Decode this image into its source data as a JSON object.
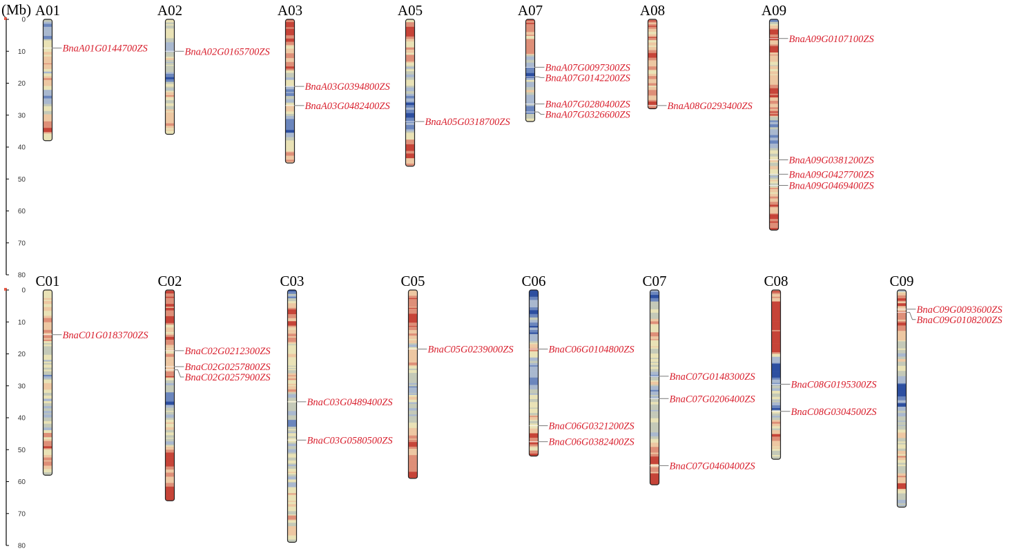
{
  "figure": {
    "unit_label": "(Mb)",
    "axis_ticks": [
      "0",
      "10",
      "20",
      "30",
      "40",
      "50",
      "60",
      "70",
      "80"
    ],
    "colors": {
      "gene_text": "#d81e2c",
      "leader_line": "#777777",
      "axis": "#000000"
    },
    "density_palette": [
      "#2d4fa0",
      "#6b86bd",
      "#a9b8cf",
      "#c4c9b8",
      "#e9e2b6",
      "#edc7a2",
      "#de8f78",
      "#c64438"
    ]
  },
  "rows": [
    {
      "chromosomes": [
        {
          "name": "A01",
          "length": 38,
          "genes": [
            {
              "id": "BnaA01G0144700ZS",
              "pos": 9
            }
          ]
        },
        {
          "name": "A02",
          "length": 36,
          "genes": [
            {
              "id": "BnaA02G0165700ZS",
              "pos": 10
            }
          ]
        },
        {
          "name": "A03",
          "length": 45,
          "genes": [
            {
              "id": "BnaA03G0394800ZS",
              "pos": 21
            },
            {
              "id": "BnaA03G0482400ZS",
              "pos": 27
            }
          ]
        },
        {
          "name": "A05",
          "length": 46,
          "genes": [
            {
              "id": "BnaA05G0318700ZS",
              "pos": 32
            }
          ]
        },
        {
          "name": "A07",
          "length": 32,
          "genes": [
            {
              "id": "BnaA07G0097300ZS",
              "pos": 15
            },
            {
              "id": "BnaA07G0142200ZS",
              "pos": 18
            },
            {
              "id": "BnaA07G0280400ZS",
              "pos": 26.5
            },
            {
              "id": "BnaA07G0326600ZS",
              "pos": 29
            }
          ]
        },
        {
          "name": "A08",
          "length": 28,
          "genes": [
            {
              "id": "BnaA08G0293400ZS",
              "pos": 27
            }
          ]
        },
        {
          "name": "A09",
          "length": 66,
          "genes": [
            {
              "id": "BnaA09G0107100ZS",
              "pos": 6
            },
            {
              "id": "BnaA09G0381200ZS",
              "pos": 44
            },
            {
              "id": "BnaA09G0427700ZS",
              "pos": 48.5
            },
            {
              "id": "BnaA09G0469400ZS",
              "pos": 52
            }
          ]
        }
      ]
    },
    {
      "chromosomes": [
        {
          "name": "C01",
          "length": 58,
          "genes": [
            {
              "id": "BnaC01G0183700ZS",
              "pos": 14
            }
          ]
        },
        {
          "name": "C02",
          "length": 66,
          "genes": [
            {
              "id": "BnaC02G0212300ZS",
              "pos": 19
            },
            {
              "id": "BnaC02G0257800ZS",
              "pos": 24
            },
            {
              "id": "BnaC02G0257900ZS",
              "pos": 25
            }
          ]
        },
        {
          "name": "C03",
          "length": 79,
          "genes": [
            {
              "id": "BnaC03G0489400ZS",
              "pos": 35
            },
            {
              "id": "BnaC03G0580500ZS",
              "pos": 47
            }
          ]
        },
        {
          "name": "C05",
          "length": 59,
          "genes": [
            {
              "id": "BnaC05G0239000ZS",
              "pos": 18.5
            }
          ]
        },
        {
          "name": "C06",
          "length": 52,
          "genes": [
            {
              "id": "BnaC06G0104800ZS",
              "pos": 18.5
            },
            {
              "id": "BnaC06G0321200ZS",
              "pos": 42.5
            },
            {
              "id": "BnaC06G0382400ZS",
              "pos": 47.5
            }
          ]
        },
        {
          "name": "C07",
          "length": 61,
          "genes": [
            {
              "id": "BnaC07G0148300ZS",
              "pos": 27
            },
            {
              "id": "BnaC07G0206400ZS",
              "pos": 34
            },
            {
              "id": "BnaC07G0460400ZS",
              "pos": 55
            }
          ]
        },
        {
          "name": "C08",
          "length": 53,
          "genes": [
            {
              "id": "BnaC08G0195300ZS",
              "pos": 29.5
            },
            {
              "id": "BnaC08G0304500ZS",
              "pos": 38
            }
          ]
        },
        {
          "name": "C09",
          "length": 68,
          "genes": [
            {
              "id": "BnaC09G0093600ZS",
              "pos": 6
            },
            {
              "id": "BnaC09G0108200ZS",
              "pos": 7
            }
          ]
        }
      ]
    }
  ]
}
